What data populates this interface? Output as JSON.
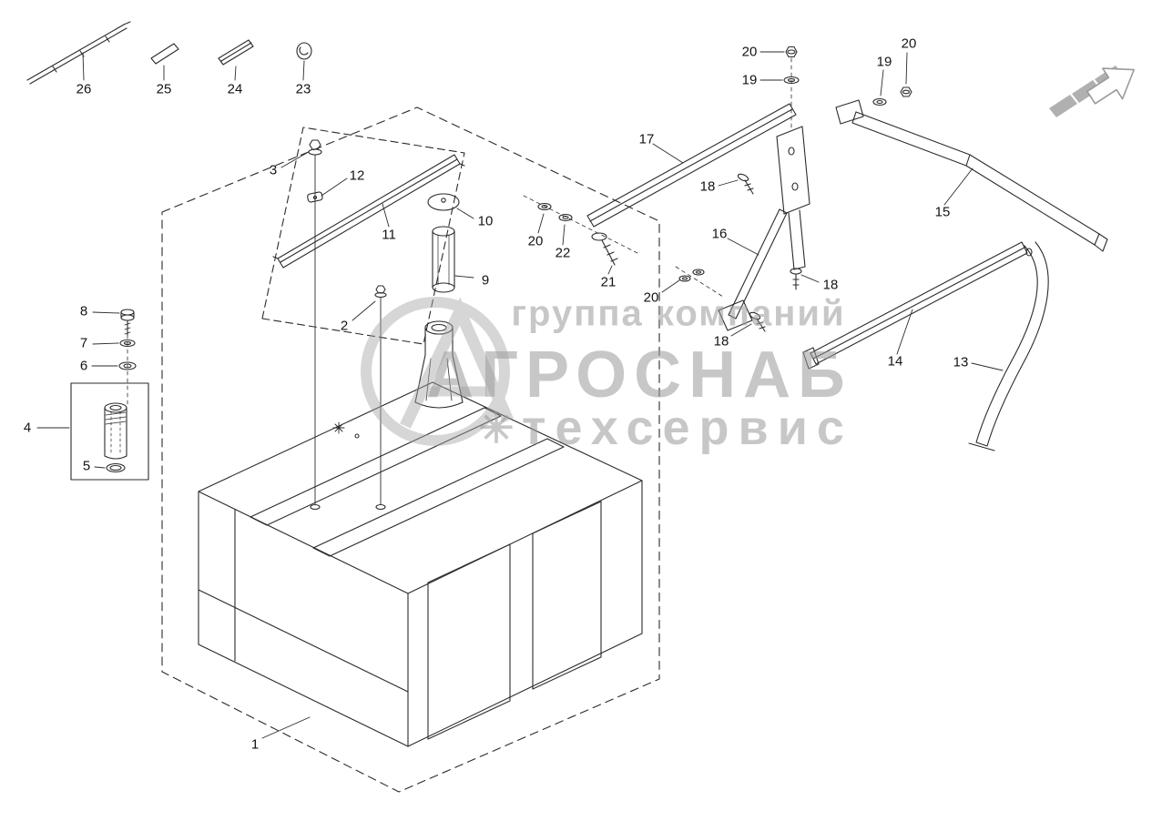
{
  "diagram": {
    "kind": "exploded-parts-diagram"
  },
  "callouts": [
    "26",
    "25",
    "24",
    "23",
    "3",
    "12",
    "11",
    "10",
    "9",
    "2",
    "8",
    "7",
    "6",
    "4",
    "5",
    "1",
    "17",
    "20",
    "19",
    "19",
    "20",
    "18",
    "20",
    "22",
    "21",
    "16",
    "15",
    "18",
    "20",
    "18",
    "14",
    "13"
  ],
  "watermark": {
    "line1": "группа компаний",
    "line2": "АГРОСНАБ",
    "line3": "техсервис",
    "symbol": "✳"
  },
  "icons": {
    "direction_arrow": "up-right-striped-arrow"
  },
  "colors": {
    "line": "#2b2b2b",
    "watermark": "#9b9b9b",
    "background": "#ffffff",
    "arrow_band": "#b0b0b0"
  }
}
